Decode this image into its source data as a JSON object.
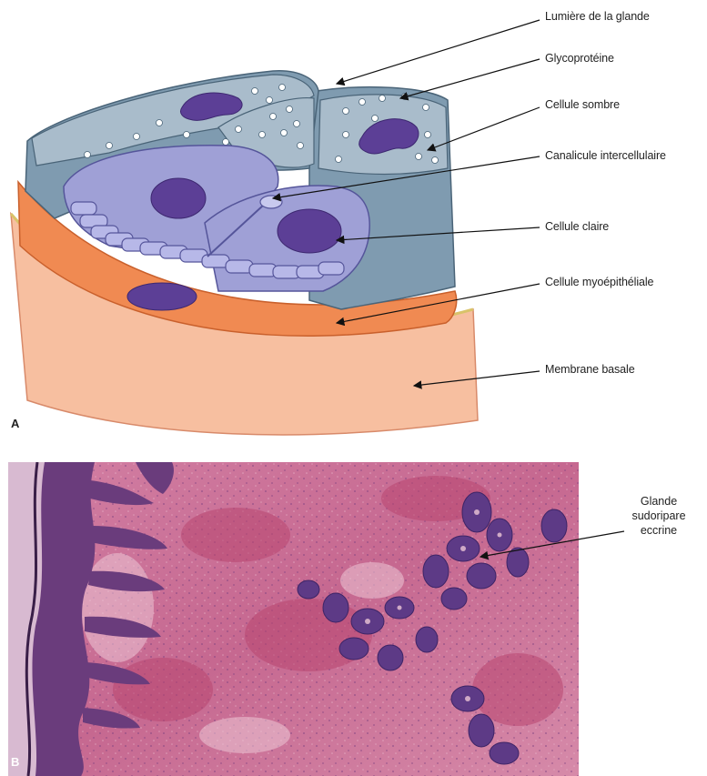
{
  "panel_a": {
    "letter": "A",
    "labels": {
      "lumiere": "Lumière de la glande",
      "glycoproteine": "Glycoprotéine",
      "cellule_sombre": "Cellule sombre",
      "canalicule": "Canalicule intercellulaire",
      "cellule_claire": "Cellule claire",
      "myoepitheliale": "Cellule myoépithéliale",
      "membrane": "Membrane basale"
    }
  },
  "panel_b": {
    "letter": "B",
    "label_line1": "Glande",
    "label_line2": "sudoripare",
    "label_line3": "eccrine"
  },
  "colors": {
    "dark_cell": "#7f9bb0",
    "dark_cell_top": "#a9bccb",
    "clear_cell": "#9fa0d6",
    "nucleus": "#5c3f96",
    "myoepithelial": "#f08a52",
    "basement": "#f6b896",
    "tissue": "#c96b93",
    "epidermis": "#6a3c7c"
  }
}
